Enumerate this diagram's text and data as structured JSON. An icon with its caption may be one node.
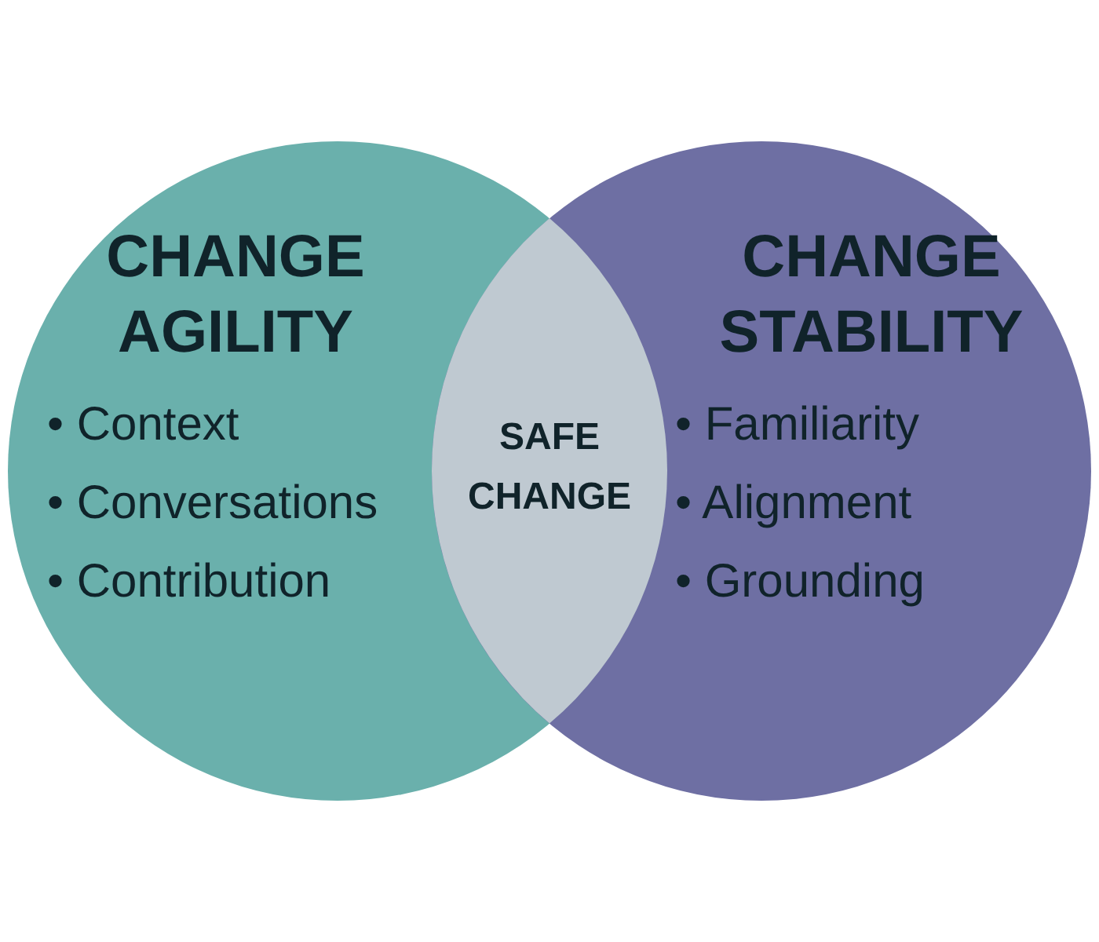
{
  "diagram": {
    "nodes": [
      {
        "text": [
          "CHANGE AGILITY",
          "• Context",
          "• Conversations",
          "• Contribution"
        ]
      },
      {
        "text": [
          "CHANGE STABILITY",
          "• Familiarity",
          "• Alignment",
          "• Grounding"
        ]
      },
      {
        "text": [
          "SAFE CHANGE"
        ]
      }
    ],
    "edges": []
  }
}
